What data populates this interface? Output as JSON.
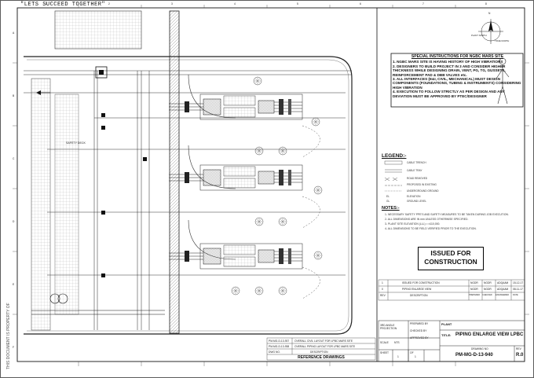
{
  "header": {
    "tag": "\"LETS SUCCEED TOGETHER\""
  },
  "side_text": "THIS DOCUMENT IS PROPERTY OF",
  "north": {
    "label_top": "N",
    "label_plant": "PLANT NORTH",
    "label_true": "TRUE NORTH"
  },
  "special_instructions": {
    "title": "SPECIAL INSTRUCTIONS FOR NGBC MARS SITE",
    "items": [
      "1. NGBC MARS SITE IS HAVING HISTORY OF HIGH VIBRATIONS",
      "2. DESIGNERS TO BUILD PROJECT IN 3 AND CONSIDER HIGHER THICKNESS WHILE DESIGNING DRAIN, VENT, PG, TG, GUSSETS, REINFORCEMENT PAD & DBB VALVES etc.",
      "3. ALL INTERFACES (E&I, CIVIL, MECHANICAL) MUST DESIGN COMPONENTS (FOUNDATIONS, TUBING & INSTRUMENTS) CONSIDERING HIGH VIBRATION",
      "4. EXECUTION TO FOLLOW STRICTLY AS PER DESIGN AND ANY DEVIATION MUST BE APPROVED BY PTEC/DESIGNER"
    ]
  },
  "legend": {
    "title": "LEGEND:-",
    "items": [
      "CABLE TRENCH",
      "CABLE TRAY",
      "ROAD REMOVED",
      "PROPOSED IN EXISTING",
      "UNDERGROUND GROUND",
      "ELEVATION",
      "GROUND LEVEL"
    ],
    "codes": [
      "",
      "",
      "",
      "",
      "",
      "EL",
      "GL"
    ]
  },
  "notes": {
    "title": "NOTES:-",
    "items": [
      "1-  NECESSARY SAFETY PPE'S AND SAFETY MEASURES TO BE TAKEN DURING JOB EXECUTION.",
      "2-  ALL DIMENSIONS ARE IN mm UNLESS OTHERWISE SPECIFIED.",
      "3-  PLANT SITE ELEVATION (LLL) = ±110,000.",
      "4-  ALL DIMENSIONS TO BE FIELD VERIFIED PRIOR TO THE EXECUTION."
    ]
  },
  "stamp": {
    "line1": "ISSUED FOR",
    "line2": "CONSTRUCTION"
  },
  "revisions": {
    "rows": [
      {
        "rev": "1",
        "desc": "ISSUED FOR CONSTRUCTION",
        "prep": "NGDR",
        "chk": "NGDR",
        "eng": "ADQAAM",
        "date": "15-12-17"
      },
      {
        "rev": "0",
        "desc": "PIPING ENLARGE VIEW",
        "prep": "NGDR",
        "chk": "NGDR",
        "eng": "ADQAAM",
        "date": "08-11-17"
      }
    ],
    "headers": {
      "rev": "REV",
      "desc": "DESCRIPTION",
      "prep": "PREPARED",
      "chk": "CHECKED",
      "eng": "ENGINEERED",
      "date": "DATE"
    }
  },
  "title_block": {
    "proj_label": "3RD ANGLE PROJECTION",
    "prepared": "PREPARED BY",
    "checked": "CHECKED BY",
    "approved": "APPROVED BY",
    "scale": "SCALE",
    "scale_val": "NTS",
    "sheet": "SHEET",
    "sheet_val": "1",
    "of": "OF",
    "of_val": "1",
    "plant_label": "PLANT",
    "title_label": "TITLE:",
    "title": "PIPING ENLARGE VIEW LPBC",
    "drawing_label": "DRAWING NO",
    "drawing_no": "PM-MG-D-13-940",
    "rev_label": "REV",
    "rev": "R.0"
  },
  "references": {
    "title": "REFERENCE DRAWINGS",
    "rows": [
      {
        "no": "PM-MG-D-13-937",
        "desc": "OVERALL CIVIL LAYOUT FOR LPBC MARS SITE"
      },
      {
        "no": "PM-MG-D-13-938",
        "desc": "OVERALL PIPING LAYOUT FOR LPBC MARS SITE"
      },
      {
        "no": "DWG NO.",
        "desc": "DESCRIPTION"
      }
    ]
  },
  "grid": {
    "cols": [
      "1",
      "2",
      "3",
      "4",
      "5",
      "6",
      "7",
      "8"
    ],
    "rows": [
      "A",
      "B",
      "C",
      "D",
      "E",
      "F"
    ]
  },
  "plan": {
    "label": "SAFETY DECK"
  }
}
